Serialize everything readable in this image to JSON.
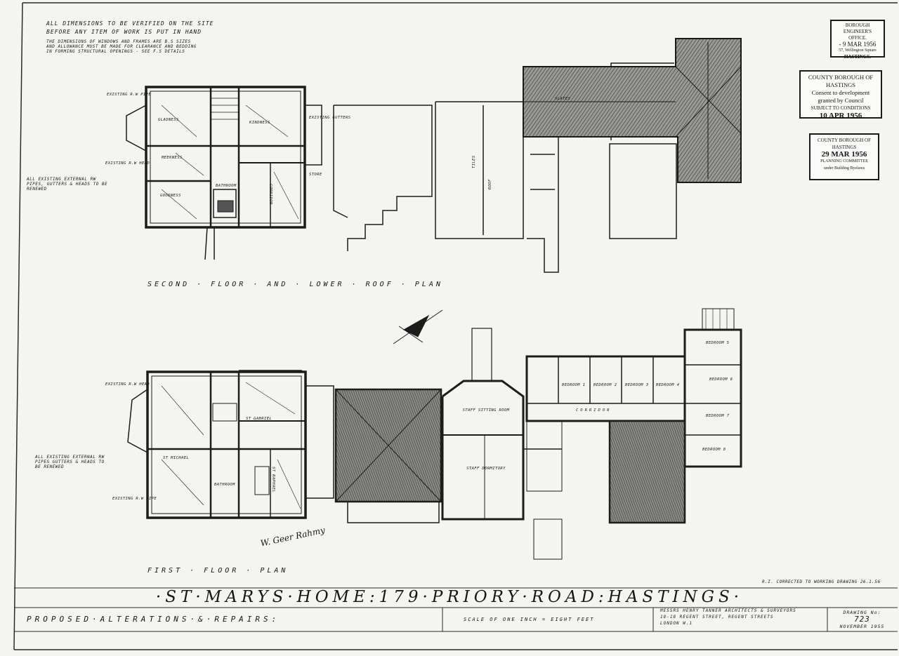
{
  "notes": {
    "verify_line1": "ALL DIMENSIONS TO BE VERIFIED ON THE SITE",
    "verify_line2": "BEFORE ANY ITEM OF WORK IS PUT IN HAND",
    "windows_line1": "THE DIMENSIONS OF WINDOWS AND FRAMES ARE B.S SIZES",
    "windows_line2": "AND ALLOWANCE MUST BE MADE FOR CLEARANCE AND BEDDING",
    "windows_line3": "IN FORMING STRUCTURAL OPENINGS - SEE F.S DETAILS",
    "rw_upper": "ALL EXISTING EXTERNAL RW PIPES, GUTTERS & HEADS TO BE RENEWED",
    "rw_lower": "ALL EXISTING EXTERNAL RW PIPES GUTTERS & HEADS TO BE RENEWED"
  },
  "stamps": {
    "engineer": {
      "line1": "BOROUGH ENGINEER'S",
      "line2": "OFFICE.",
      "date": "- 9 MAR 1956",
      "line4": "57, Wellington Square",
      "line5": "HASTINGS."
    },
    "consent": {
      "line1": "COUNTY BOROUGH OF HASTINGS",
      "line2": "Consent to development",
      "line3": "granted by Council",
      "line4": "SUBJECT TO CONDITIONS",
      "date": "10 APR 1956"
    },
    "planning": {
      "line1": "COUNTY BOROUGH OF HASTINGS",
      "date": "29 MAR 1956",
      "line3": "PLANNING COMMITTEE",
      "line4": "under Building Byelaws"
    }
  },
  "upper_plan": {
    "title": "SECOND · FLOOR · AND · LOWER · ROOF · PLAN",
    "rooms": {
      "gladness": "GLADNESS",
      "kindness": "KINDNESS",
      "meekness": "MEEKNESS",
      "goodness": "GOODNESS",
      "bathroom": "BATHROOM",
      "store": "STORE",
      "corridor": "CORRIDOR"
    },
    "labels": {
      "existing_rw_pipe": "EXISTING R.W PIPE",
      "existing_rw_head": "EXISTING R.W HEAD",
      "existing_gutters": "EXISTING GUTTERS",
      "tiles": "TILES",
      "roof": "ROOF",
      "slates": "SLATES"
    }
  },
  "lower_plan": {
    "title": "FIRST · FLOOR · PLAN",
    "rooms": {
      "st_gabriel": "ST GABRIEL",
      "st_michael": "ST MICHAEL",
      "st_raphael": "ST RAPHAEL",
      "bathroom": "BATHROOM",
      "staff_sitting_room": "STAFF SITTING ROOM",
      "staff_dormitory": "STAFF DORMITORY",
      "corridor": "CORRIDOR",
      "bedroom_1": "BEDROOM 1",
      "bedroom_2": "BEDROOM 2",
      "bedroom_3": "BEDROOM 3",
      "bedroom_4": "BEDROOM 4",
      "bedroom_5": "BEDROOM 5",
      "bedroom_6": "BEDROOM 6",
      "bedroom_7": "BEDROOM 7",
      "bedroom_8": "BEDROOM 8"
    },
    "labels": {
      "existing_rw_head": "EXISTING R.W HEAD",
      "existing_rw_pipe": "EXISTING R.W PIPE"
    }
  },
  "title_block": {
    "main": "·ST·MARYS·HOME:179·PRIORY·ROAD:HASTINGS·",
    "sub": "PROPOSED·ALTERATIONS·&·REPAIRS:",
    "scale": "SCALE OF ONE INCH = EIGHT FEET",
    "architects_line1": "MESSRS HENRY TANNER ARCHITECTS & SURVEYORS",
    "architects_line2": "18-18 REGENT STREET, REGENT STREETS",
    "architects_line3": "LONDON W.1",
    "drawing_label": "DRAWING No:",
    "drawing_number": "723",
    "date": "NOVEMBER 1955",
    "revision": "R.I. CORRECTED TO WORKING DRAWING 26.1.56"
  },
  "signature": "W. Geer  Rahmy"
}
